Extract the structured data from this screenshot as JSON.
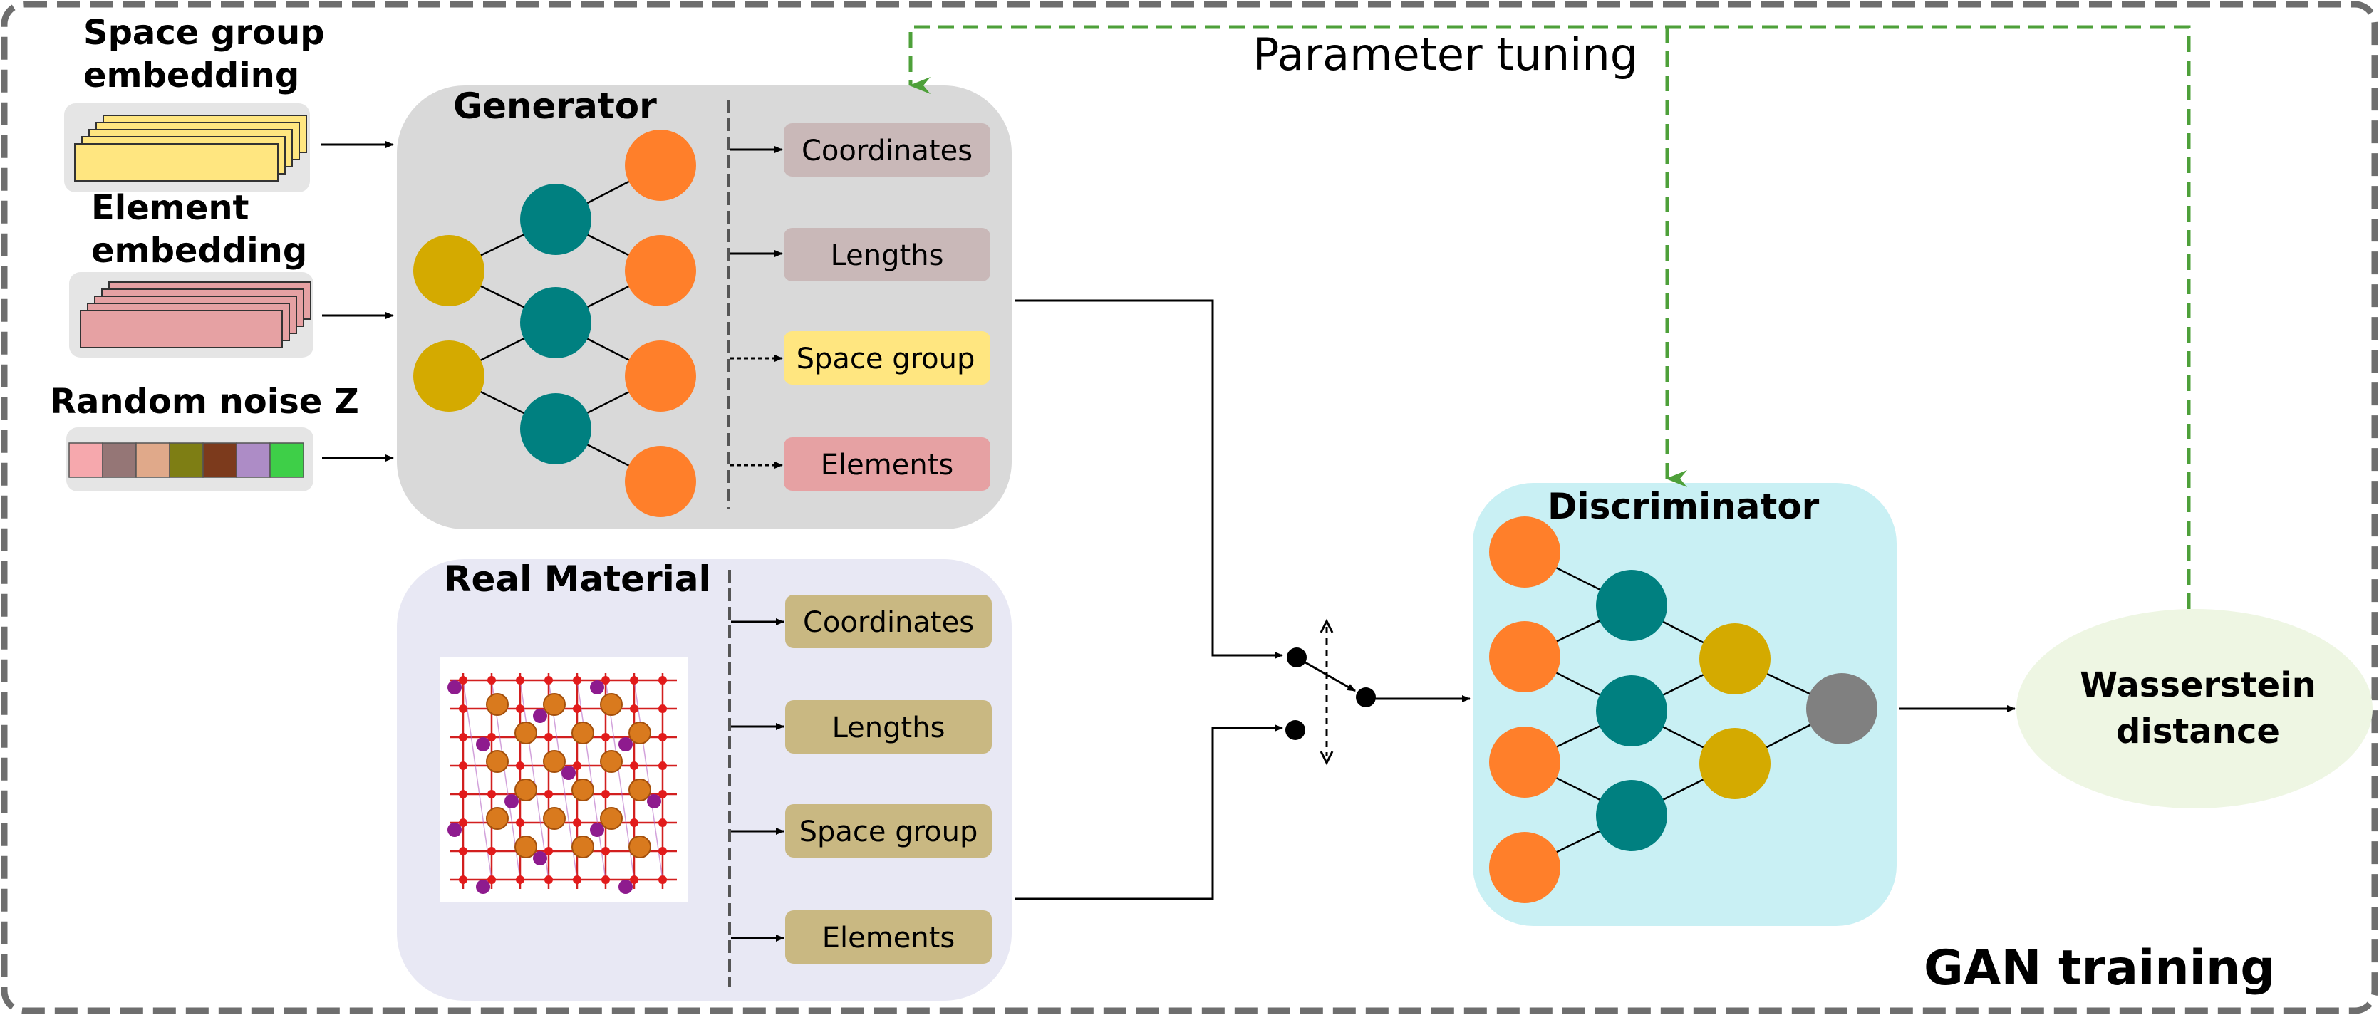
{
  "frame": {
    "title": "GAN training"
  },
  "inputs": {
    "space_group_embedding": {
      "label_line1": "Space group",
      "label_line2": "embedding"
    },
    "element_embedding": {
      "label_line1": "Element",
      "label_line2": "embedding"
    },
    "random_noise": {
      "label": "Random noise Z",
      "swatch_colors": [
        "#f6a8ad",
        "#957676",
        "#e0a98a",
        "#7e7e14",
        "#7c3a1c",
        "#ad8cc6",
        "#3ecf48"
      ]
    }
  },
  "generator": {
    "title": "Generator",
    "outputs": [
      "Coordinates",
      "Lengths",
      "Space group",
      "Elements"
    ]
  },
  "real_material": {
    "title": "Real Material",
    "outputs": [
      "Coordinates",
      "Lengths",
      "Space group",
      "Elements"
    ]
  },
  "discriminator": {
    "title": "Discriminator"
  },
  "loss": {
    "label_line1": "Wasserstein",
    "label_line2": "distance"
  },
  "feedback": {
    "label": "Parameter tuning"
  },
  "colors": {
    "neuron_orange": "#ff7f2a",
    "neuron_teal": "#008080",
    "neuron_gold": "#d4aa00",
    "neuron_gray": "#808080",
    "generator_bg": "#d9d9d9",
    "real_material_bg": "#e8e8f4",
    "discriminator_bg": "#c9f0f4",
    "wasserstein_bg": "#eef6e3",
    "generator_output_box": "#c9b8b8",
    "space_group_output_box": "#ffe680",
    "elements_output_box": "#e6a1a3",
    "real_output_box": "#c9b882",
    "feedback_line": "#4ea03a"
  }
}
